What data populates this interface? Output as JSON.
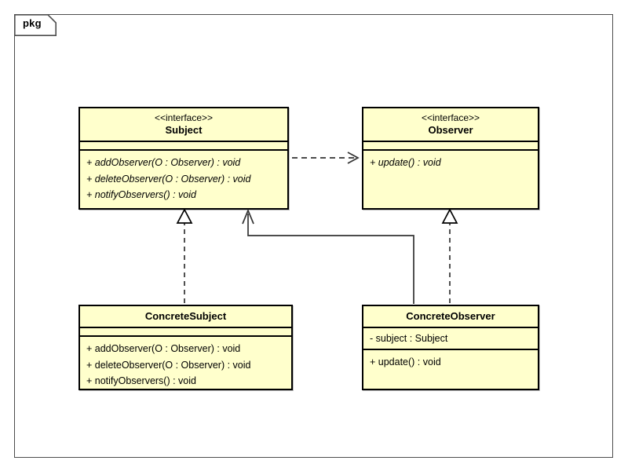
{
  "package": {
    "label": "pkg"
  },
  "classes": [
    {
      "id": "subject",
      "stereotype": "<<interface>>",
      "name": "Subject",
      "attributes": [],
      "methods": [
        "+ addObserver(O : Observer) : void",
        "+ deleteObserver(O : Observer) : void",
        "+ notifyObservers() : void"
      ]
    },
    {
      "id": "observer",
      "stereotype": "<<interface>>",
      "name": "Observer",
      "attributes": [],
      "methods": [
        "+ update() : void"
      ]
    },
    {
      "id": "concrete_subject",
      "stereotype": "",
      "name": "ConcreteSubject",
      "attributes": [],
      "methods": [
        "+ addObserver(O : Observer) : void",
        "+ deleteObserver(O : Observer) : void",
        "+ notifyObservers() : void"
      ]
    },
    {
      "id": "concrete_observer",
      "stereotype": "",
      "name": "ConcreteObserver",
      "attributes": [
        "- subject : Subject"
      ],
      "methods": [
        "+ update() : void"
      ]
    }
  ],
  "relations": [
    {
      "id": "subject-depends-observer",
      "type": "dependency",
      "style": "dashed",
      "arrowhead": "open",
      "from": "Subject",
      "to": "Observer"
    },
    {
      "id": "concretesubject-realizes-subject",
      "type": "realization",
      "style": "dashed",
      "arrowhead": "hollow-triangle",
      "from": "ConcreteSubject",
      "to": "Subject"
    },
    {
      "id": "concreteobserver-realizes-observer",
      "type": "realization",
      "style": "dashed",
      "arrowhead": "hollow-triangle",
      "from": "ConcreteObserver",
      "to": "Observer"
    },
    {
      "id": "concreteobserver-associates-subject",
      "type": "association",
      "style": "solid",
      "arrowhead": "open",
      "from": "ConcreteObserver",
      "to": "Subject"
    }
  ],
  "colors": {
    "class_fill": "#ffffcc",
    "class_border": "#000000",
    "frame_border": "#4d4d4d",
    "line": "#333333",
    "background": "#ffffff"
  }
}
